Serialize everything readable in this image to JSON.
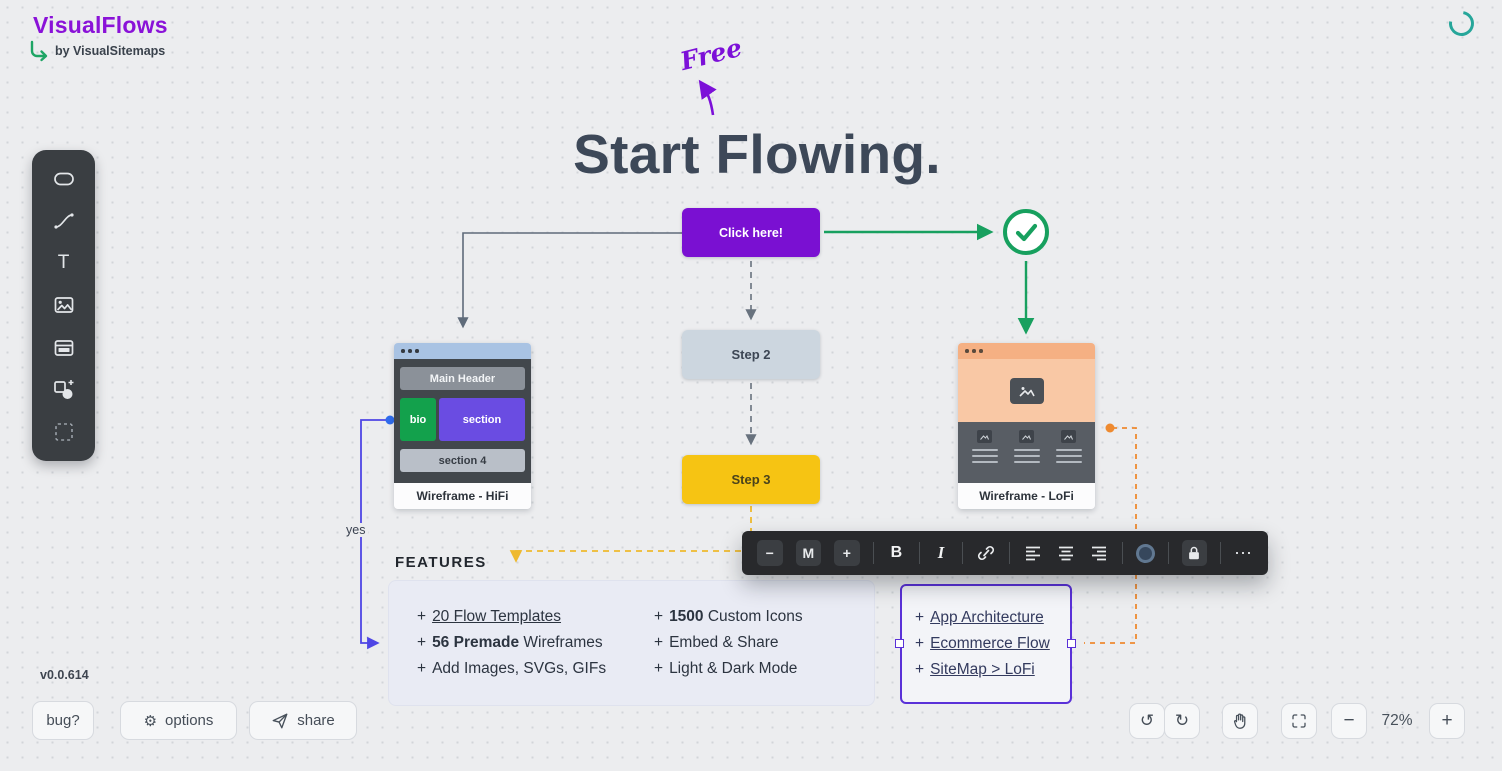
{
  "brand": {
    "title": "VisualFlows",
    "subtitle": "by VisualSitemaps"
  },
  "hero": {
    "free_badge": "Free",
    "title": "Start Flowing."
  },
  "flow": {
    "click_here": "Click here!",
    "step2": "Step 2",
    "step3": "Step 3",
    "yes": "yes"
  },
  "wireframe_hifi": {
    "main_header": "Main Header",
    "bio": "bio",
    "section": "section",
    "section4": "section 4",
    "caption": "Wireframe - HiFi"
  },
  "wireframe_lofi": {
    "caption": "Wireframe - LoFi"
  },
  "features": {
    "heading": "FEATURES",
    "col1": [
      {
        "plus": "+",
        "bold": "",
        "link": "20 Flow Templates",
        "rest": ""
      },
      {
        "plus": "+",
        "bold": "56 Premade",
        "link": "",
        "rest": " Wireframes"
      },
      {
        "plus": "+",
        "bold": "",
        "link": "",
        "rest": "Add Images, SVGs, GIFs"
      }
    ],
    "col2": [
      {
        "plus": "+",
        "bold": "1500",
        "rest": " Custom Icons"
      },
      {
        "plus": "+",
        "bold": "",
        "rest": "Embed & Share"
      },
      {
        "plus": "+",
        "bold": "",
        "rest": "Light & Dark Mode"
      }
    ]
  },
  "templates_box": {
    "items": [
      {
        "plus": "+",
        "link": "App Architecture"
      },
      {
        "plus": "+",
        "link": "Ecommerce Flow"
      },
      {
        "plus": "+",
        "link": "SiteMap > LoFi"
      }
    ]
  },
  "text_toolbar": {
    "decrease": "−",
    "size": "M",
    "increase": "+",
    "bold": "B",
    "italic": "I",
    "more": "⋯"
  },
  "status_bar": {
    "version": "v0.0.614",
    "bug": "bug?",
    "options_icon": "⚙",
    "options": "options",
    "share": "share"
  },
  "view_controls": {
    "undo_icon": "↺",
    "redo_icon": "↻",
    "zoom_out": "−",
    "zoom_level": "72%",
    "zoom_in": "+"
  },
  "colors": {
    "brand_purple": "#8a12d8",
    "node_purple": "#7a10d2",
    "accent_green": "#17a05e",
    "step_gray": "#ccd6df",
    "step_yellow": "#f6c413",
    "connector_indigo": "#4f46e5",
    "connector_orange": "#ee8a30",
    "toolbar_dark": "#28292c",
    "swatch_blue": "#36475c"
  }
}
